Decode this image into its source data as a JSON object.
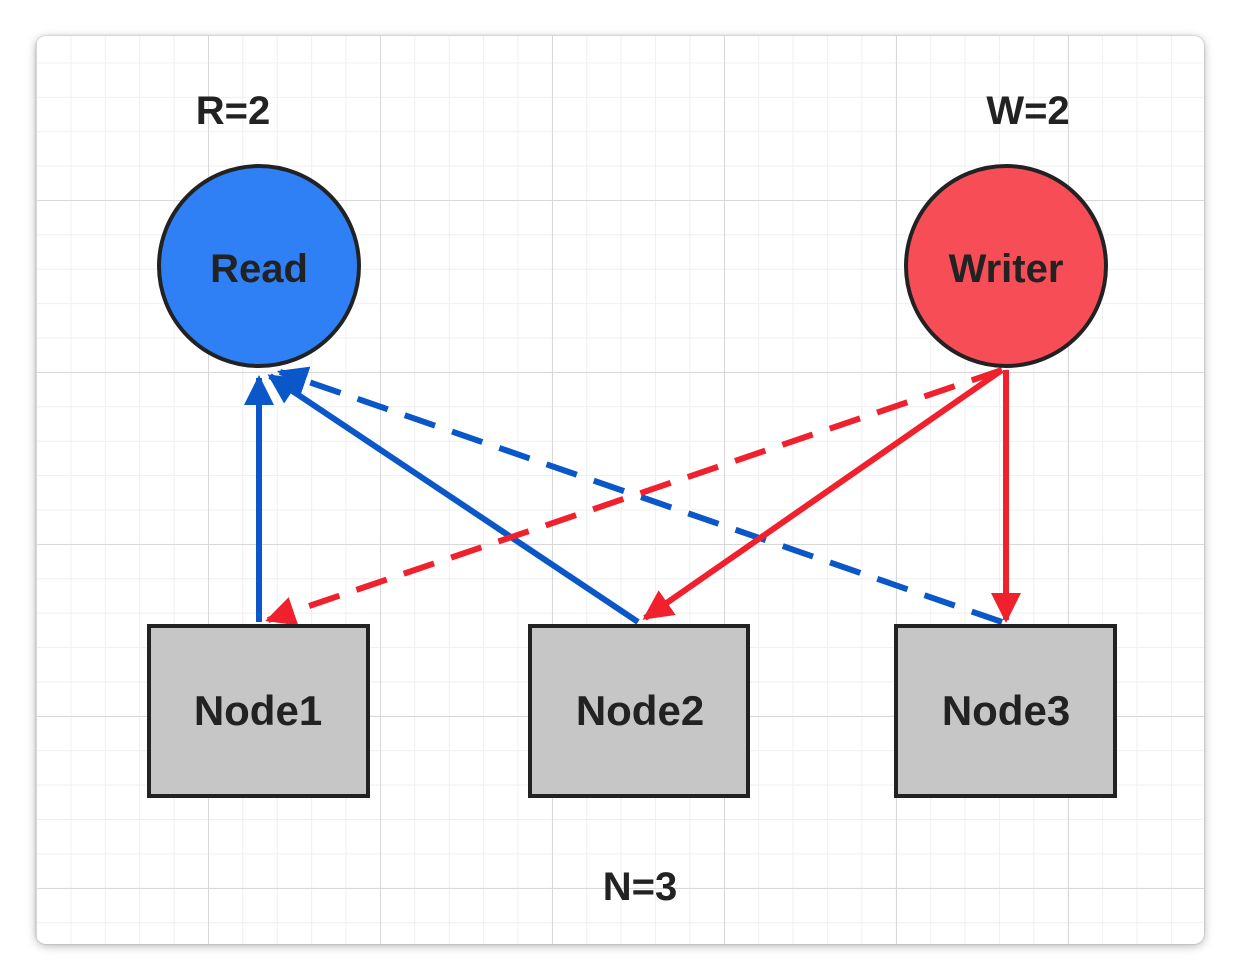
{
  "labels": {
    "read_quorum": "R=2",
    "write_quorum": "W=2",
    "replica_count": "N=3"
  },
  "clients": {
    "read": {
      "label": "Read",
      "fill": "#2f7ff5"
    },
    "writer": {
      "label": "Writer",
      "fill": "#f74d56"
    }
  },
  "nodes": [
    {
      "label": "Node1"
    },
    {
      "label": "Node2"
    },
    {
      "label": "Node3"
    }
  ],
  "colors": {
    "read_edge": "#0a57c9",
    "write_edge": "#f0212d",
    "node_fill": "#c6c6c6",
    "outline": "#222222"
  },
  "edges": [
    {
      "from": "Node1",
      "to": "Read",
      "style": "solid"
    },
    {
      "from": "Node2",
      "to": "Read",
      "style": "solid"
    },
    {
      "from": "Node3",
      "to": "Read",
      "style": "dashed"
    },
    {
      "from": "Writer",
      "to": "Node1",
      "style": "dashed"
    },
    {
      "from": "Writer",
      "to": "Node2",
      "style": "solid"
    },
    {
      "from": "Writer",
      "to": "Node3",
      "style": "solid"
    }
  ]
}
